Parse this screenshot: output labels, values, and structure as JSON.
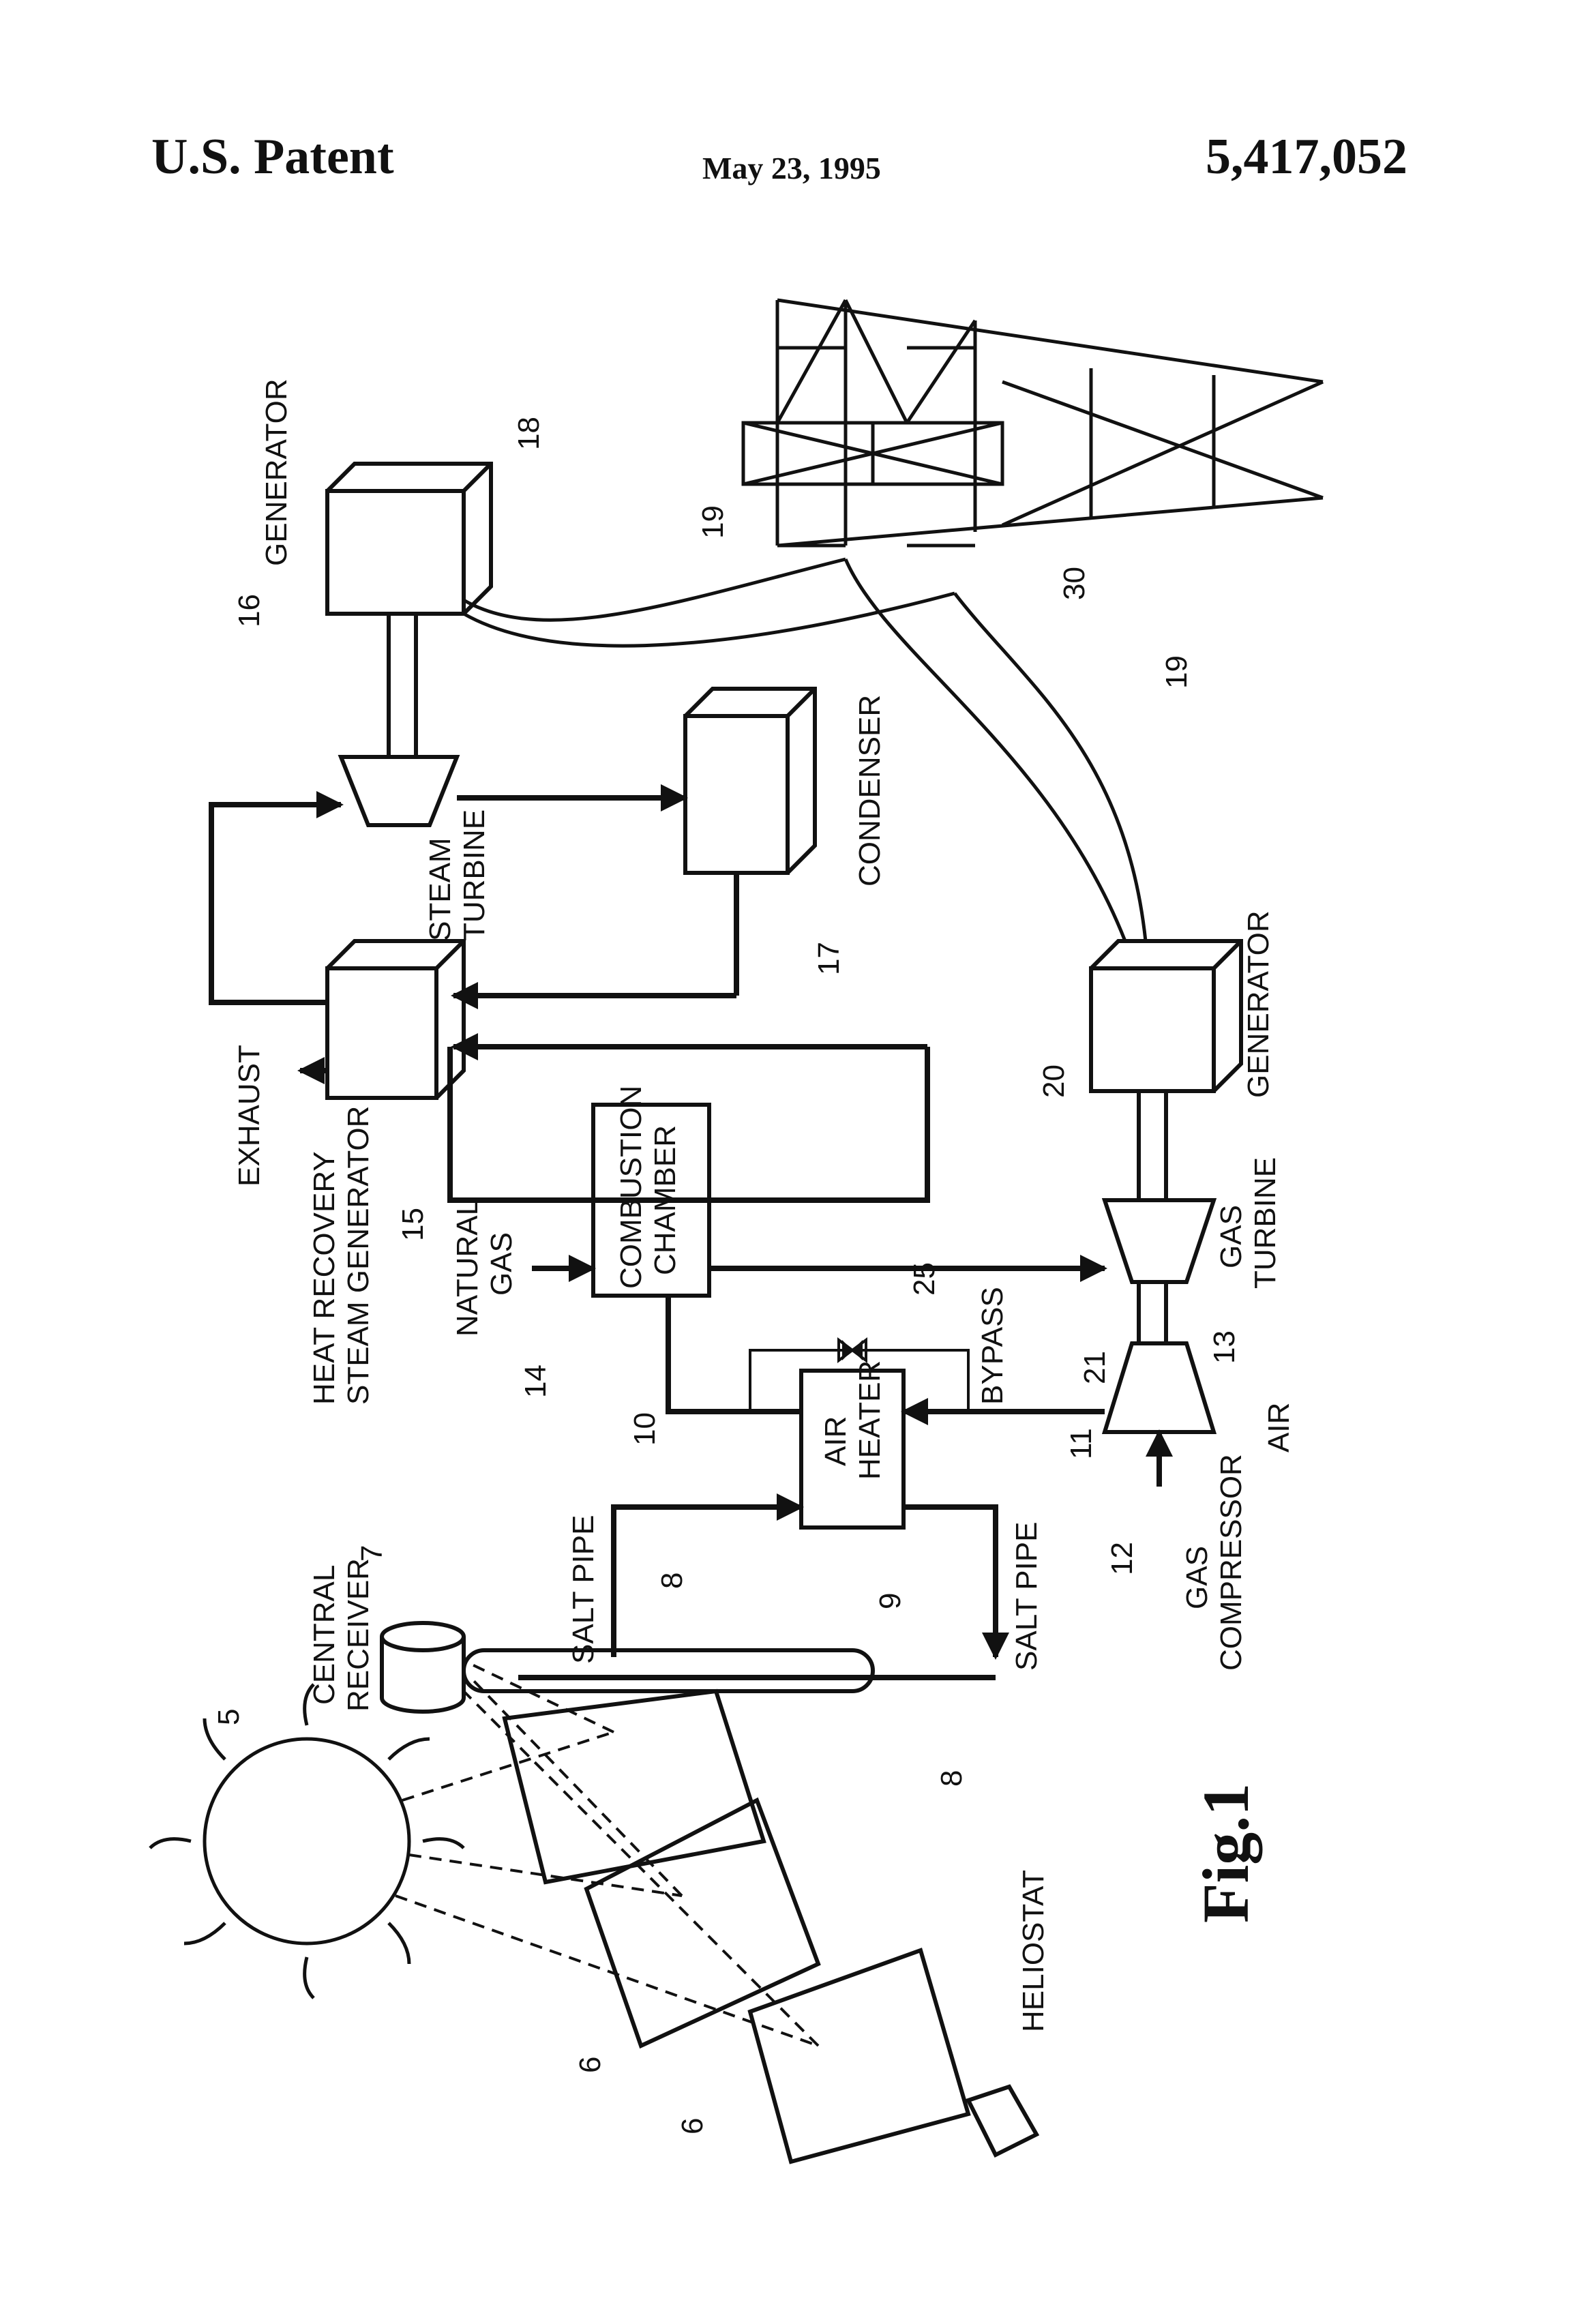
{
  "header": {
    "patent_label": "U.S. Patent",
    "date": "May 23, 1995",
    "patent_number": "5,417,052"
  },
  "figure": {
    "caption": "Fig.1",
    "labels": {
      "generator_top": "GENERATOR",
      "ref_18": "18",
      "ref_16": "16",
      "ref_19_a": "19",
      "ref_19_b": "19",
      "ref_30": "30",
      "steam_turbine_1": "STEAM",
      "steam_turbine_2": "TURBINE",
      "condenser": "CONDENSER",
      "ref_17": "17",
      "exhaust": "EXHAUST",
      "hrsg_1": "HEAT RECOVERY",
      "hrsg_2": "STEAM GENERATOR",
      "ref_15": "15",
      "natural_gas_1": "NATURAL",
      "natural_gas_2": "GAS",
      "combustion_1": "COMBUSTION",
      "combustion_2": "CHAMBER",
      "ref_14": "14",
      "ref_10": "10",
      "ref_25": "25",
      "bypass": "BYPASS",
      "air_heater_1": "AIR",
      "air_heater_2": "HEATER",
      "ref_21": "21",
      "ref_11": "11",
      "ref_13": "13",
      "gas_turbine_1": "GAS",
      "gas_turbine_2": "TURBINE",
      "generator_bottom": "GENERATOR",
      "ref_20": "20",
      "ref_12": "12",
      "gas_compressor_1": "GAS",
      "gas_compressor_2": "COMPRESSOR",
      "air": "AIR",
      "salt_pipe_top": "SALT PIPE",
      "salt_pipe_bottom": "SALT PIPE",
      "ref_8_a": "8",
      "ref_8_b": "8",
      "ref_9": "9",
      "ref_7": "7",
      "central_receiver_1": "CENTRAL",
      "central_receiver_2": "RECEIVER",
      "ref_5": "5",
      "ref_6_a": "6",
      "ref_6_b": "6",
      "heliostat": "HELIOSTAT"
    }
  }
}
